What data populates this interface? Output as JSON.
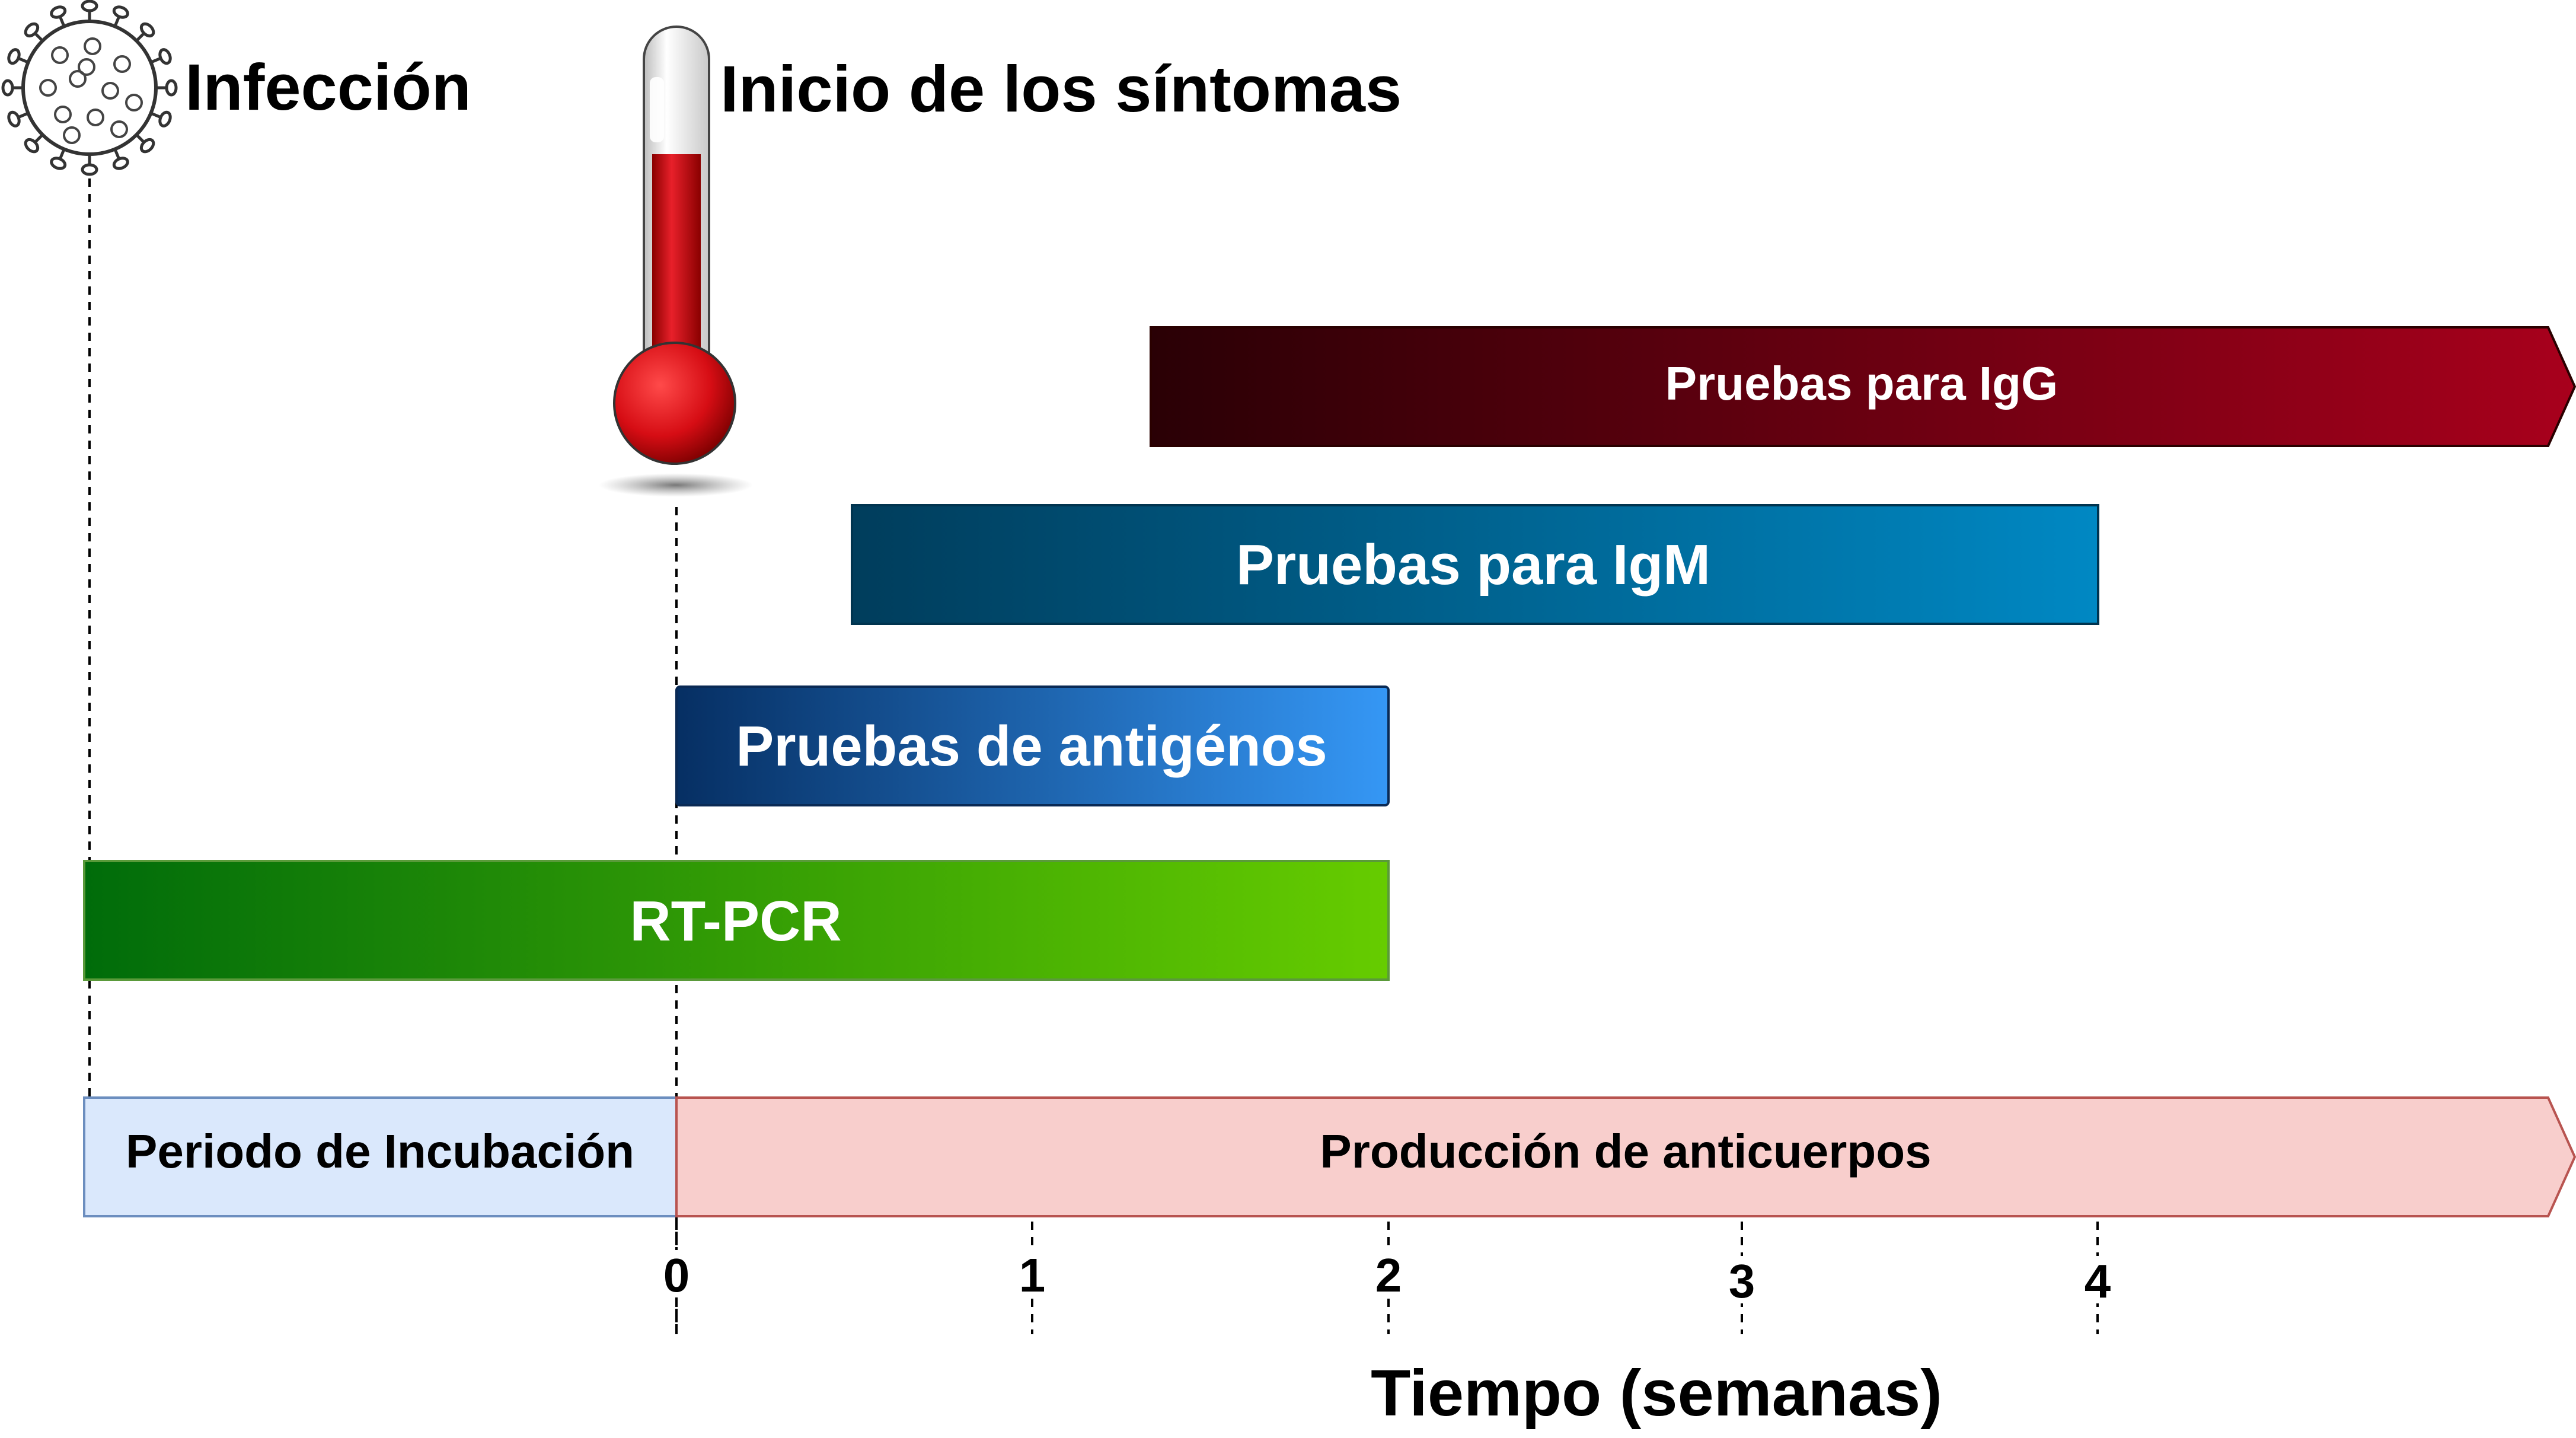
{
  "events": {
    "infection_label": "Infección",
    "symptom_onset_label": "Inicio de los síntomas"
  },
  "tests": [
    {
      "id": "igg",
      "label": "Pruebas para IgG",
      "start_week": 1.35,
      "end_week": null,
      "open_ended": true,
      "colors": [
        "#2a0005",
        "#a8001c"
      ]
    },
    {
      "id": "igm",
      "label": "Pruebas para IgM",
      "start_week": 0.5,
      "end_week": 4.0,
      "colors": [
        "#003d5c",
        "#0088c3"
      ]
    },
    {
      "id": "antigen",
      "label": "Pruebas de antigénos",
      "start_week": 0.0,
      "end_week": 2.0,
      "colors": [
        "#062f63",
        "#3597f5"
      ]
    },
    {
      "id": "rtpcr",
      "label": "RT-PCR",
      "start_week": -1.67,
      "end_week": 2.0,
      "colors": [
        "#006c0a",
        "#66cc00"
      ]
    }
  ],
  "periods": {
    "incubation_label": "Periodo de Incubación",
    "incubation_color": "#dae8fc",
    "antibody_label": "Producción de anticuerpos",
    "antibody_color": "#f8cecc"
  },
  "axis": {
    "ticks": [
      "0",
      "1",
      "2",
      "3",
      "4"
    ],
    "title": "Tiempo (semanas)"
  }
}
